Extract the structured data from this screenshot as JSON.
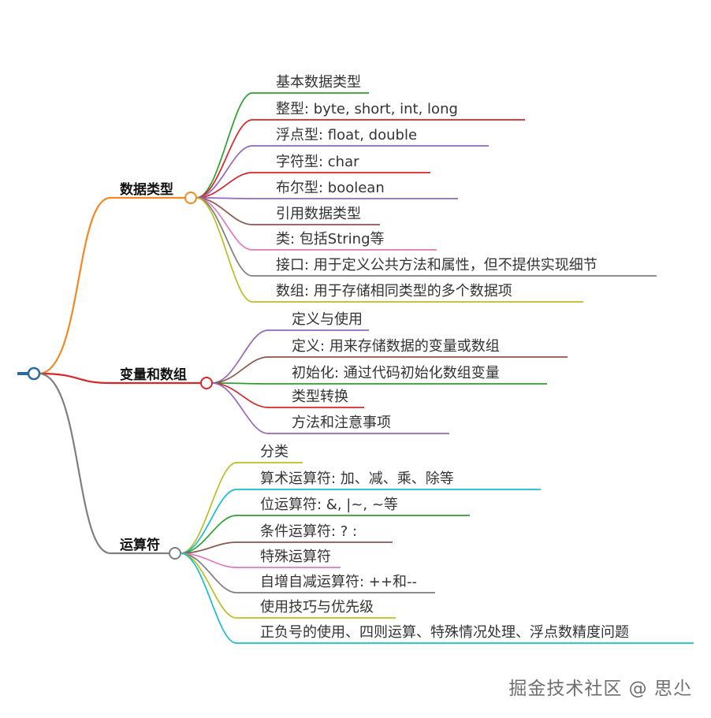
{
  "mindmap": {
    "branches": [
      {
        "label": "数据类型",
        "color": "#f28a21",
        "children": [
          {
            "text": "基本数据类型",
            "color": "#2ca02c"
          },
          {
            "text": "整型: byte, short, int, long",
            "color": "#d62728"
          },
          {
            "text": "浮点型: float, double",
            "color": "#9467bd"
          },
          {
            "text": "字符型: char",
            "color": "#d62728"
          },
          {
            "text": "布尔型: boolean",
            "color": "#9467bd"
          },
          {
            "text": "引用数据类型",
            "color": "#8c564b"
          },
          {
            "text": "类: 包括String等",
            "color": "#e377c2"
          },
          {
            "text": "接口: 用于定义公共方法和属性，但不提供实现细节",
            "color": "#7f7f7f"
          },
          {
            "text": "数组: 用于存储相同类型的多个数据项",
            "color": "#bcbd22"
          }
        ]
      },
      {
        "label": "变量和数组",
        "color": "#d62728",
        "children": [
          {
            "text": "定义与使用",
            "color": "#9467bd"
          },
          {
            "text": "定义: 用来存储数据的变量或数组",
            "color": "#8c564b"
          },
          {
            "text": "初始化: 通过代码初始化数组变量",
            "color": "#2ca02c"
          },
          {
            "text": "类型转换",
            "color": "#d62728"
          },
          {
            "text": "方法和注意事项",
            "color": "#9467bd"
          }
        ]
      },
      {
        "label": "运算符",
        "color": "#7f7f7f",
        "children": [
          {
            "text": "分类",
            "color": "#bcbd22"
          },
          {
            "text": "算术运算符: 加、减、乘、除等",
            "color": "#17becf"
          },
          {
            "text": "位运算符: &, |~, ~等",
            "color": "#2ca02c"
          },
          {
            "text": "条件运算符: ? :",
            "color": "#8c564b"
          },
          {
            "text": "特殊运算符",
            "color": "#e377c2"
          },
          {
            "text": "自增自减运算符: ++和--",
            "color": "#7f7f7f"
          },
          {
            "text": "使用技巧与优先级",
            "color": "#bcbd22"
          },
          {
            "text": "正负号的使用、四则运算、特殊情况处理、浮点数精度问题",
            "color": "#17becf"
          }
        ]
      }
    ],
    "root_color": "#2b6a9e"
  },
  "watermark": "掘金技术社区 @ 思尐"
}
